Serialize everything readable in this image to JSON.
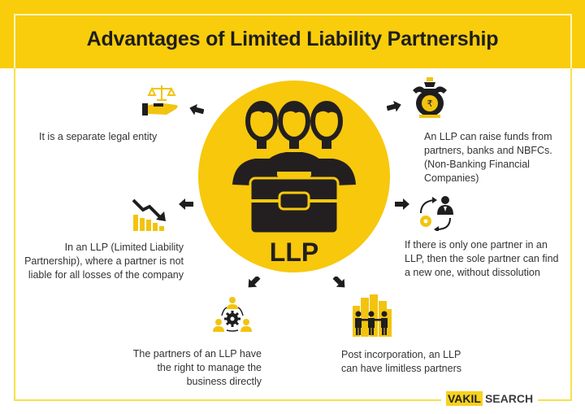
{
  "title": "Advantages of Limited Liability Partnership",
  "center": {
    "label": "LLP",
    "icon": "partners-briefcase-icon"
  },
  "colors": {
    "brand_yellow": "#f9cd0b",
    "circle_yellow": "#f7c80c",
    "dark": "#231f20",
    "frame": "#f6e24a",
    "text": "#333333"
  },
  "advantages": [
    {
      "id": "separate-entity",
      "icon": "legal-scale-hand-icon",
      "text": "It is a separate legal entity"
    },
    {
      "id": "raise-funds",
      "icon": "money-bag-rupee-icon",
      "text": "An LLP can raise funds from partners, banks and NBFCs.(Non-Banking Financial Companies)"
    },
    {
      "id": "limited-liability",
      "icon": "declining-chart-icon",
      "text": "In an LLP (Limited Liability Partnership), where a partner is not liable for all losses of the company"
    },
    {
      "id": "sole-partner",
      "icon": "partner-replacement-icon",
      "text": "If there is only one partner in an LLP, then the sole partner can find a new one, without dissolution"
    },
    {
      "id": "manage-business",
      "icon": "team-gear-icon",
      "text": "The partners of an LLP have the right to manage the business directly"
    },
    {
      "id": "limitless-partners",
      "icon": "people-city-icon",
      "text": "Post incorporation, an LLP can have limitless partners"
    }
  ],
  "logo": {
    "part1": "VAKIL",
    "part2": "SEARCH"
  }
}
